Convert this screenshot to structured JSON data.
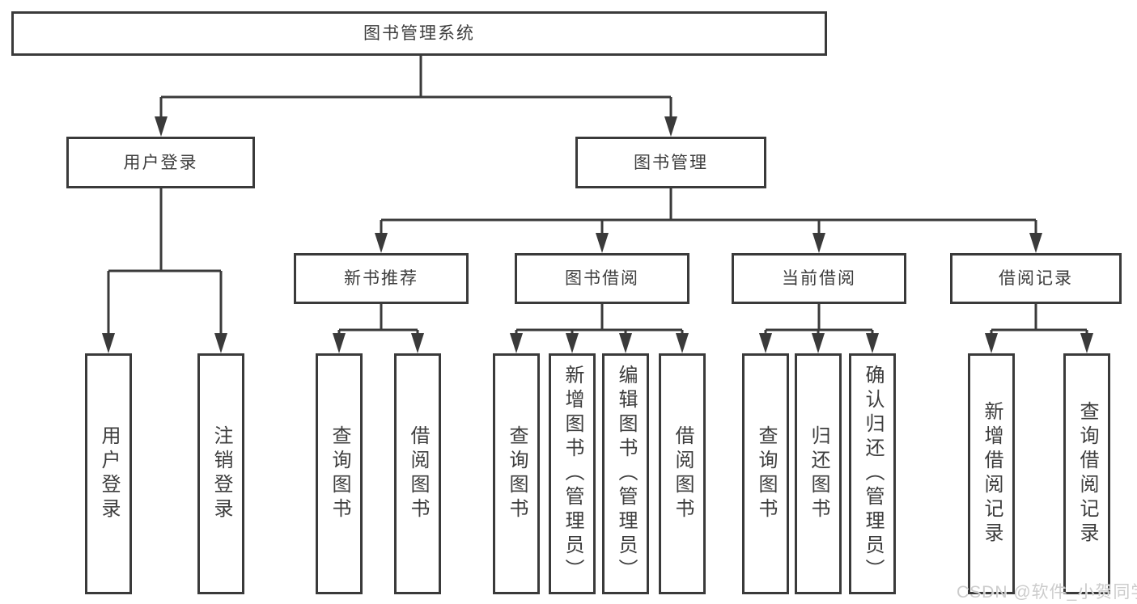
{
  "tree": {
    "label": "图书管理系统",
    "children": [
      {
        "label": "用户登录",
        "children": [
          {
            "label": "用户登录"
          },
          {
            "label": "注销登录"
          }
        ]
      },
      {
        "label": "图书管理",
        "children": [
          {
            "label": "新书推荐",
            "children": [
              {
                "label": "查询图书"
              },
              {
                "label": "借阅图书"
              }
            ]
          },
          {
            "label": "图书借阅",
            "children": [
              {
                "label": "查询图书"
              },
              {
                "label": "新增图书（管理员）"
              },
              {
                "label": "编辑图书（管理员）"
              },
              {
                "label": "借阅图书"
              }
            ]
          },
          {
            "label": "当前借阅",
            "children": [
              {
                "label": "查询图书"
              },
              {
                "label": "归还图书"
              },
              {
                "label": "确认归还（管理员）"
              }
            ]
          },
          {
            "label": "借阅记录",
            "children": [
              {
                "label": "新增借阅记录"
              },
              {
                "label": "查询借阅记录"
              }
            ]
          }
        ]
      }
    ]
  },
  "watermark": {
    "text": "CSDN @软件_小贺同学"
  },
  "colors": {
    "line": "#3a3a3a",
    "text": "#3d3d3d",
    "background": "#ffffff",
    "watermark": "#cccccc"
  }
}
